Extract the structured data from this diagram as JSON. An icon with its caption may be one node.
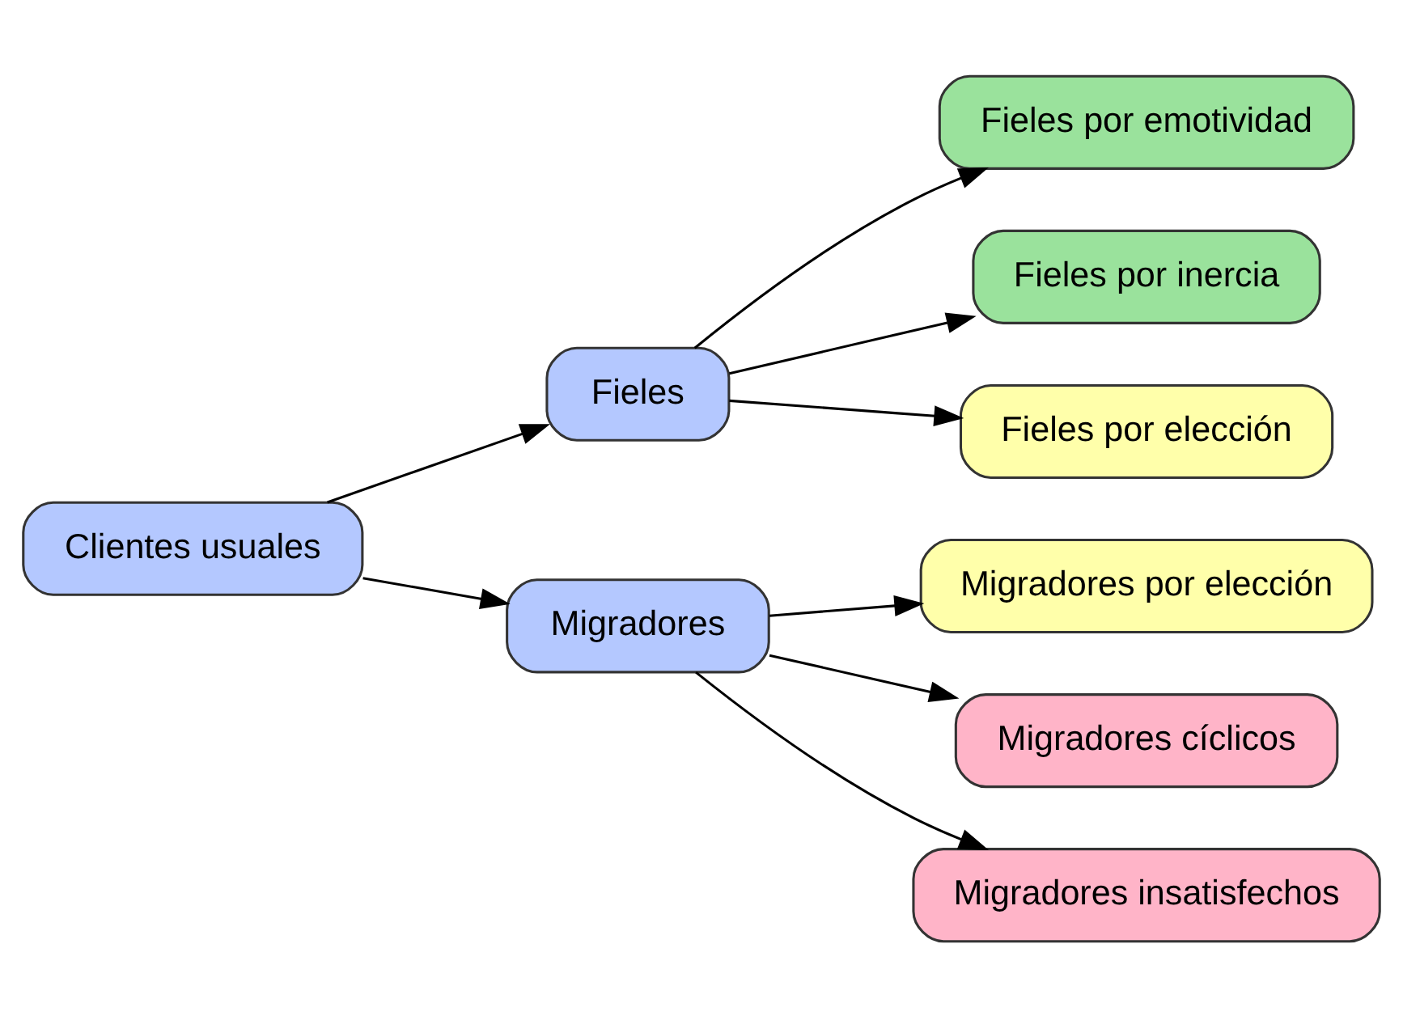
{
  "diagram": {
    "nodes": [
      {
        "text": [
          "Clientes usuales"
        ]
      },
      {
        "text": [
          "Fieles"
        ]
      },
      {
        "text": [
          "Migradores"
        ]
      },
      {
        "text": [
          "Fieles por emotividad"
        ]
      },
      {
        "text": [
          "Fieles por inercia"
        ]
      },
      {
        "text": [
          "Fieles por elección"
        ]
      },
      {
        "text": [
          "Migradores por elección"
        ]
      },
      {
        "text": [
          "Migradores cíclicos"
        ]
      },
      {
        "text": [
          "Migradores insatisfechos"
        ]
      }
    ],
    "edges": [
      {
        "from": 0,
        "to": 1,
        "arrow": "to"
      },
      {
        "from": 0,
        "to": 2,
        "arrow": "to"
      },
      {
        "from": 1,
        "to": 3,
        "arrow": "to"
      },
      {
        "from": 1,
        "to": 4,
        "arrow": "to"
      },
      {
        "from": 1,
        "to": 5,
        "arrow": "to"
      },
      {
        "from": 2,
        "to": 6,
        "arrow": "to"
      },
      {
        "from": 2,
        "to": 7,
        "arrow": "to"
      },
      {
        "from": 2,
        "to": 8,
        "arrow": "to"
      }
    ]
  }
}
